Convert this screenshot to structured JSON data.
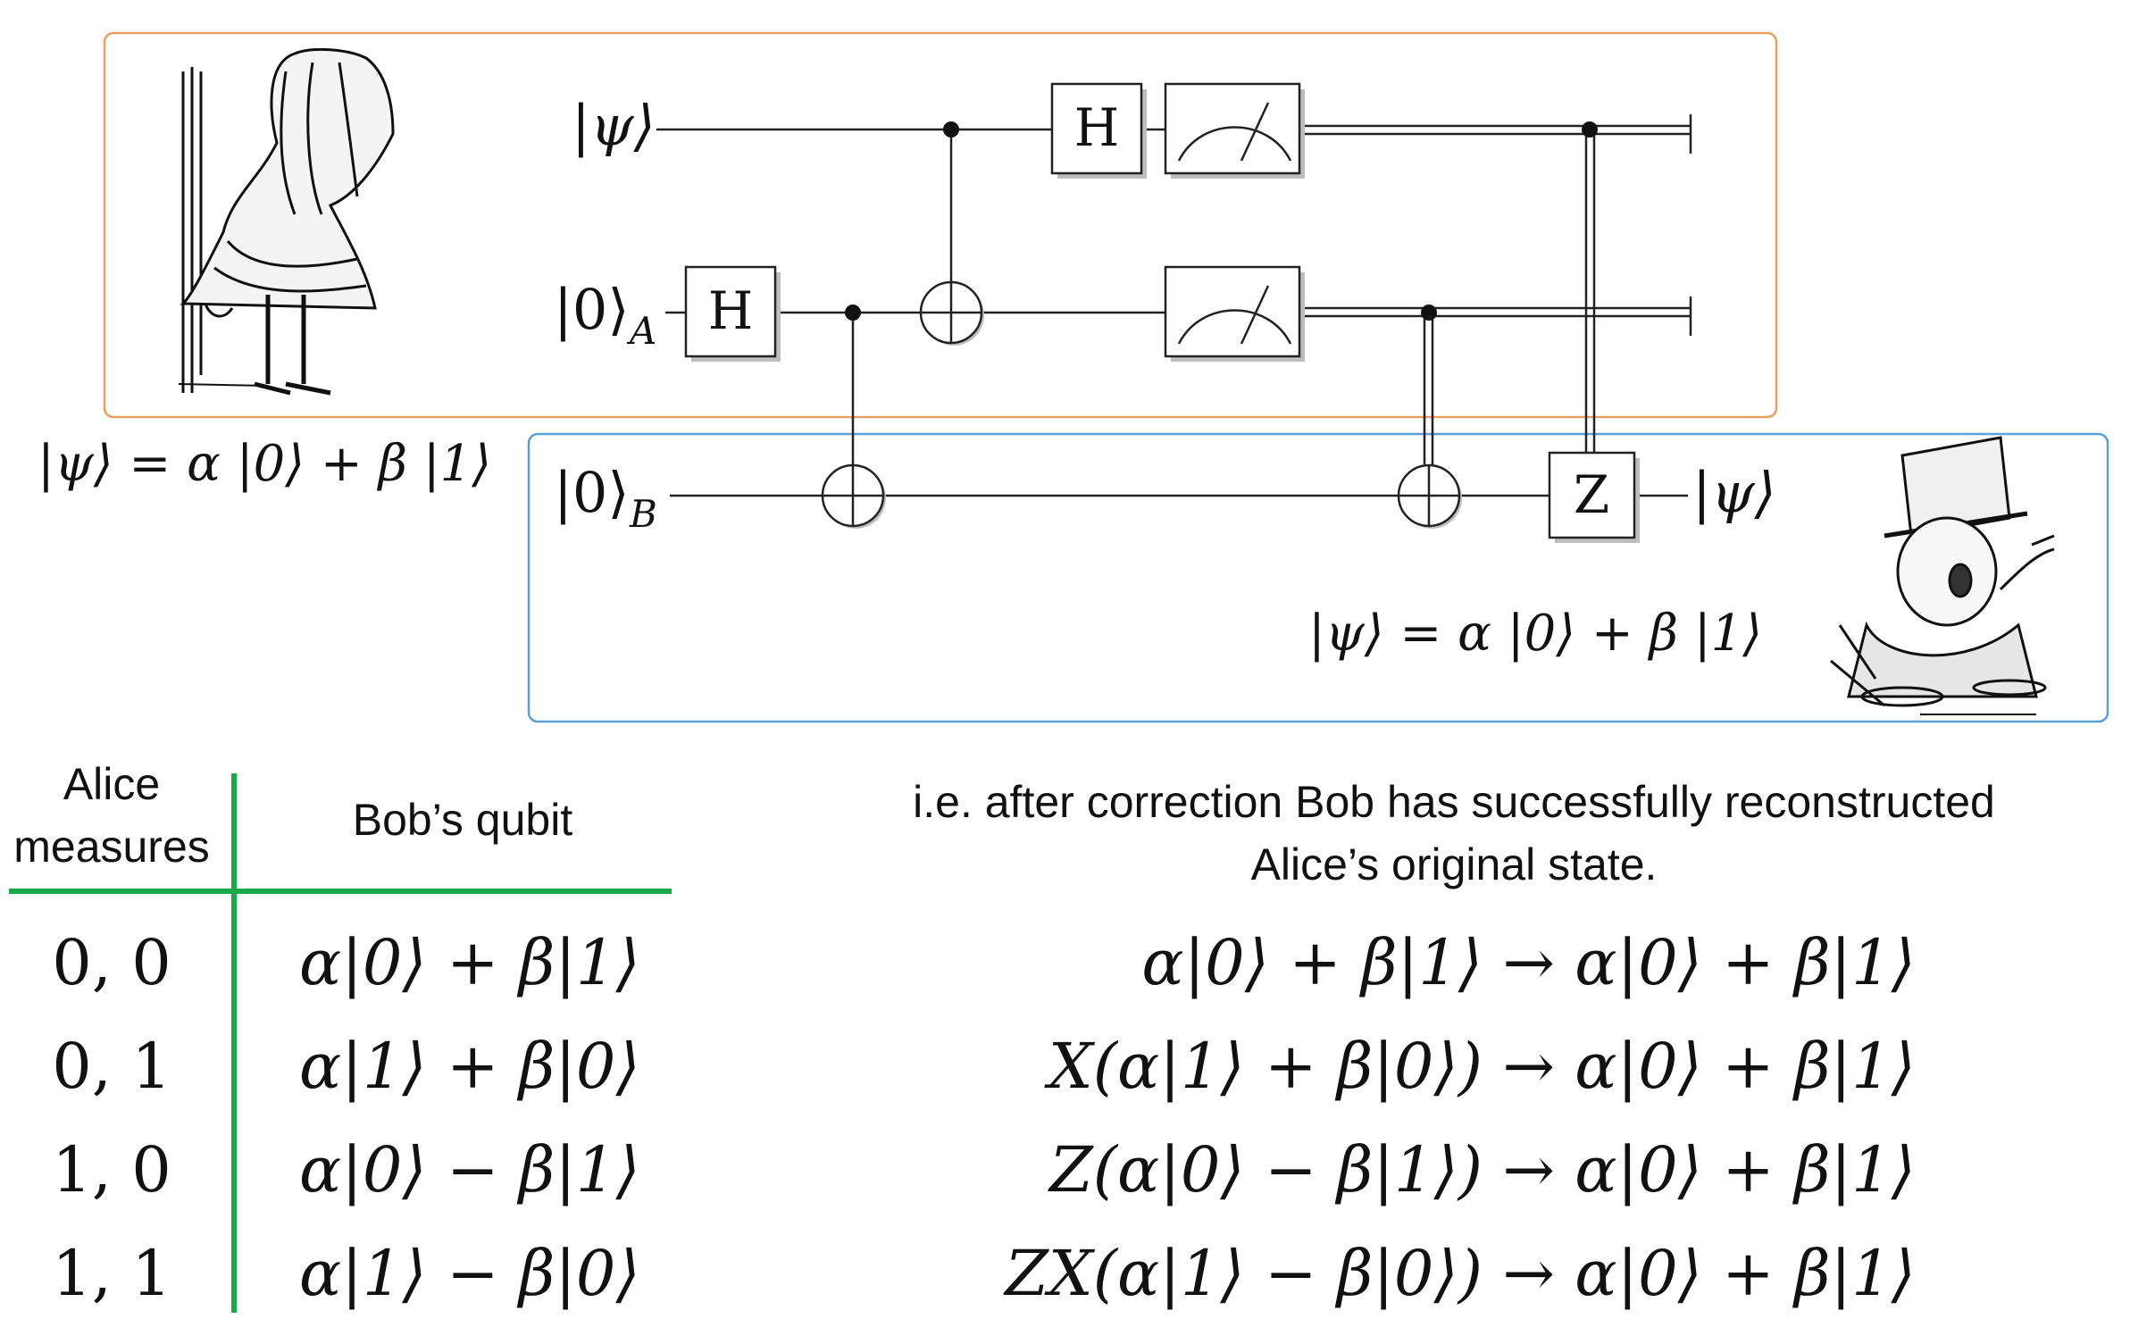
{
  "circuit": {
    "input_psi": "|ψ⟩",
    "input_zero": "|0⟩",
    "sub_a": "A",
    "sub_b": "B",
    "gate_h": "H",
    "gate_z": "Z",
    "output_psi": "|ψ⟩",
    "psi_state_alice": "|ψ⟩ = α |0⟩ + β |1⟩",
    "psi_state_bob": "|ψ⟩ = α |0⟩ + β |1⟩",
    "alice_frame_color": "#e8a060",
    "bob_frame_color": "#5aa0d8"
  },
  "table": {
    "header_measures_line1": "Alice",
    "header_measures_line2": "measures",
    "header_qubit": "Bob’s qubit",
    "line_color": "#1aa84a",
    "rows": [
      {
        "measure": "0, 0",
        "qubit": "α|0⟩ + β|1⟩"
      },
      {
        "measure": "0, 1",
        "qubit": "α|1⟩ + β|0⟩"
      },
      {
        "measure": "1, 0",
        "qubit": "α|0⟩ − β|1⟩"
      },
      {
        "measure": "1, 1",
        "qubit": "α|1⟩ − β|0⟩"
      }
    ]
  },
  "correction": {
    "line1": "i.e. after correction Bob has successfully reconstructed",
    "line2": "Alice’s original state.",
    "equations": [
      "α|0⟩ + β|1⟩ → α|0⟩ + β|1⟩",
      "X(α|1⟩ + β|0⟩) → α|0⟩ + β|1⟩",
      "Z(α|0⟩ − β|1⟩) → α|0⟩ + β|1⟩",
      "ZX(α|1⟩ − β|0⟩) → α|0⟩ + β|1⟩"
    ]
  }
}
